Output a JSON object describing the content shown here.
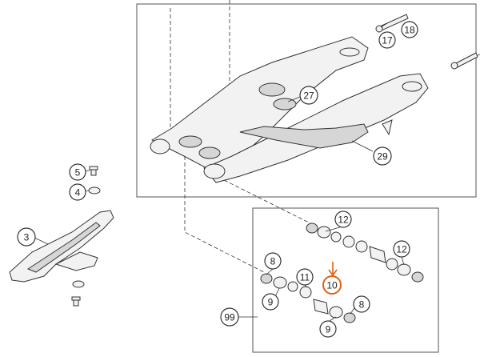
{
  "callouts": [
    {
      "id": "c3",
      "label": "3"
    },
    {
      "id": "c4",
      "label": "4"
    },
    {
      "id": "c5",
      "label": "5"
    },
    {
      "id": "c8a",
      "label": "8"
    },
    {
      "id": "c8b",
      "label": "8"
    },
    {
      "id": "c9a",
      "label": "9"
    },
    {
      "id": "c9b",
      "label": "9"
    },
    {
      "id": "c10",
      "label": "10",
      "highlighted": true
    },
    {
      "id": "c11",
      "label": "11"
    },
    {
      "id": "c12a",
      "label": "12"
    },
    {
      "id": "c12b",
      "label": "12"
    },
    {
      "id": "c17",
      "label": "17"
    },
    {
      "id": "c18",
      "label": "18"
    },
    {
      "id": "c27",
      "label": "27"
    },
    {
      "id": "c29",
      "label": "29"
    },
    {
      "id": "c99",
      "label": "99"
    }
  ],
  "highlight_color": "#e06010"
}
